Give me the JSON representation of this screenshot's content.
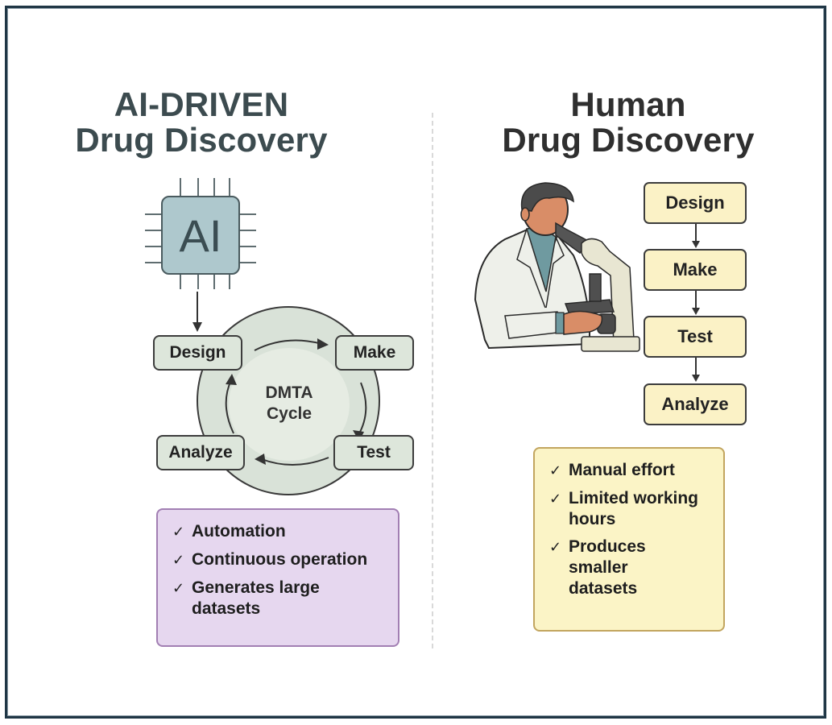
{
  "left_panel": {
    "title_line1": "AI-DRIVEN",
    "title_line2": "Drug Discovery",
    "chip_label": "AI",
    "chip_icon": "ai-chip-icon",
    "cycle": {
      "center_line1": "DMTA",
      "center_line2": "Cycle",
      "steps": [
        "Design",
        "Make",
        "Test",
        "Analyze"
      ]
    },
    "benefits": [
      "Automation",
      "Continuous operation",
      "Generates large datasets"
    ],
    "colors": {
      "box_bg": "#e6d7ef",
      "box_border": "#a27fb3",
      "step_bg": "#dde6db",
      "chip_bg": "#aec8cd"
    }
  },
  "right_panel": {
    "title_line1": "Human",
    "title_line2": "Drug Discovery",
    "illustration": "scientist-with-microscope",
    "steps": [
      "Design",
      "Make",
      "Test",
      "Analyze"
    ],
    "traits": [
      "Manual effort",
      "Limited working hours",
      "Produces smaller datasets"
    ],
    "colors": {
      "box_bg": "#fbf4c6",
      "box_border": "#c2a55f",
      "step_bg": "#fbf2c6"
    }
  },
  "check_glyph": "✓"
}
